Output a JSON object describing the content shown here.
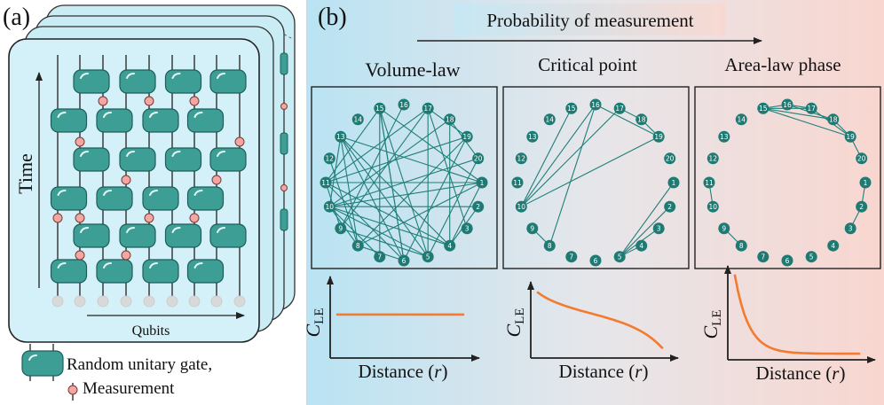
{
  "panel_a": {
    "label": "(a)",
    "time_label": "Time",
    "qubits_label": "Qubits",
    "legend_gate": "Random unitary gate,",
    "legend_measurement": "Measurement"
  },
  "panel_b": {
    "label": "(b)",
    "arrow_label": "Probability of measurement",
    "phases": [
      {
        "id": "volume",
        "title": "Volume-law"
      },
      {
        "id": "critical",
        "title": "Critical point"
      },
      {
        "id": "area",
        "title": "Area-law phase"
      }
    ],
    "node_labels": [
      "1",
      "2",
      "3",
      "4",
      "5",
      "6",
      "7",
      "8",
      "9",
      "10",
      "11",
      "12",
      "13",
      "14",
      "15",
      "16",
      "17",
      "18",
      "19",
      "20"
    ],
    "ylabel_main": "C",
    "ylabel_sub": "LE",
    "xlabel_prefix": "Distance (",
    "xlabel_var": "r",
    "xlabel_suffix": ")"
  },
  "graphs": {
    "volume": [
      [
        1,
        11
      ],
      [
        1,
        10
      ],
      [
        1,
        8
      ],
      [
        1,
        13
      ],
      [
        1,
        15
      ],
      [
        1,
        4
      ],
      [
        2,
        4
      ],
      [
        3,
        17
      ],
      [
        4,
        10
      ],
      [
        4,
        13
      ],
      [
        4,
        18
      ],
      [
        5,
        10
      ],
      [
        5,
        15
      ],
      [
        5,
        9
      ],
      [
        5,
        17
      ],
      [
        6,
        11
      ],
      [
        6,
        13
      ],
      [
        6,
        15
      ],
      [
        6,
        8
      ],
      [
        6,
        19
      ],
      [
        7,
        10
      ],
      [
        7,
        15
      ],
      [
        8,
        10
      ],
      [
        8,
        13
      ],
      [
        8,
        19
      ],
      [
        9,
        11
      ],
      [
        9,
        17
      ],
      [
        10,
        13
      ],
      [
        10,
        20
      ],
      [
        10,
        18
      ],
      [
        11,
        15
      ],
      [
        11,
        4
      ],
      [
        11,
        17
      ],
      [
        12,
        8
      ],
      [
        13,
        5
      ],
      [
        15,
        6
      ],
      [
        16,
        9
      ],
      [
        17,
        19
      ],
      [
        18,
        20
      ],
      [
        19,
        11
      ],
      [
        20,
        5
      ],
      [
        2,
        10
      ]
    ],
    "critical": [
      [
        10,
        15
      ],
      [
        10,
        16
      ],
      [
        10,
        17
      ],
      [
        10,
        19
      ],
      [
        8,
        16
      ],
      [
        16,
        19
      ],
      [
        17,
        18
      ],
      [
        18,
        19
      ],
      [
        5,
        1
      ],
      [
        5,
        2
      ],
      [
        5,
        3
      ],
      [
        4,
        5
      ],
      [
        8,
        9
      ]
    ],
    "area": [
      [
        15,
        16
      ],
      [
        15,
        17
      ],
      [
        15,
        18
      ],
      [
        15,
        19
      ],
      [
        16,
        18
      ],
      [
        17,
        19
      ],
      [
        18,
        19
      ],
      [
        19,
        20
      ],
      [
        16,
        17
      ],
      [
        1,
        2
      ],
      [
        2,
        3
      ],
      [
        8,
        9
      ],
      [
        10,
        11
      ]
    ]
  },
  "chart_data": [
    {
      "type": "line",
      "panel": "Volume-law",
      "xlabel": "Distance (r)",
      "ylabel": "C_LE",
      "series": [
        {
          "values": [
            0.55,
            0.55,
            0.55,
            0.55,
            0.55
          ]
        }
      ]
    },
    {
      "type": "line",
      "panel": "Critical point",
      "xlabel": "Distance (r)",
      "ylabel": "C_LE",
      "series": [
        {
          "values": [
            0.9,
            0.75,
            0.62,
            0.5,
            0.38,
            0.22,
            0.1
          ]
        }
      ]
    },
    {
      "type": "line",
      "panel": "Area-law phase",
      "xlabel": "Distance (r)",
      "ylabel": "C_LE",
      "series": [
        {
          "values": [
            0.95,
            0.35,
            0.15,
            0.07,
            0.04,
            0.03,
            0.03
          ]
        }
      ]
    }
  ],
  "colors": {
    "gate_fill": "#3d9e96",
    "gate_stroke": "#1e5e5a",
    "measurement_fill": "#f4a6a0",
    "node_fill": "#1f7a73",
    "edge": "#1f7f79",
    "curve": "#f37a2f",
    "gradient_left": "#b9e3f3",
    "gradient_right": "#f9d6cf"
  }
}
